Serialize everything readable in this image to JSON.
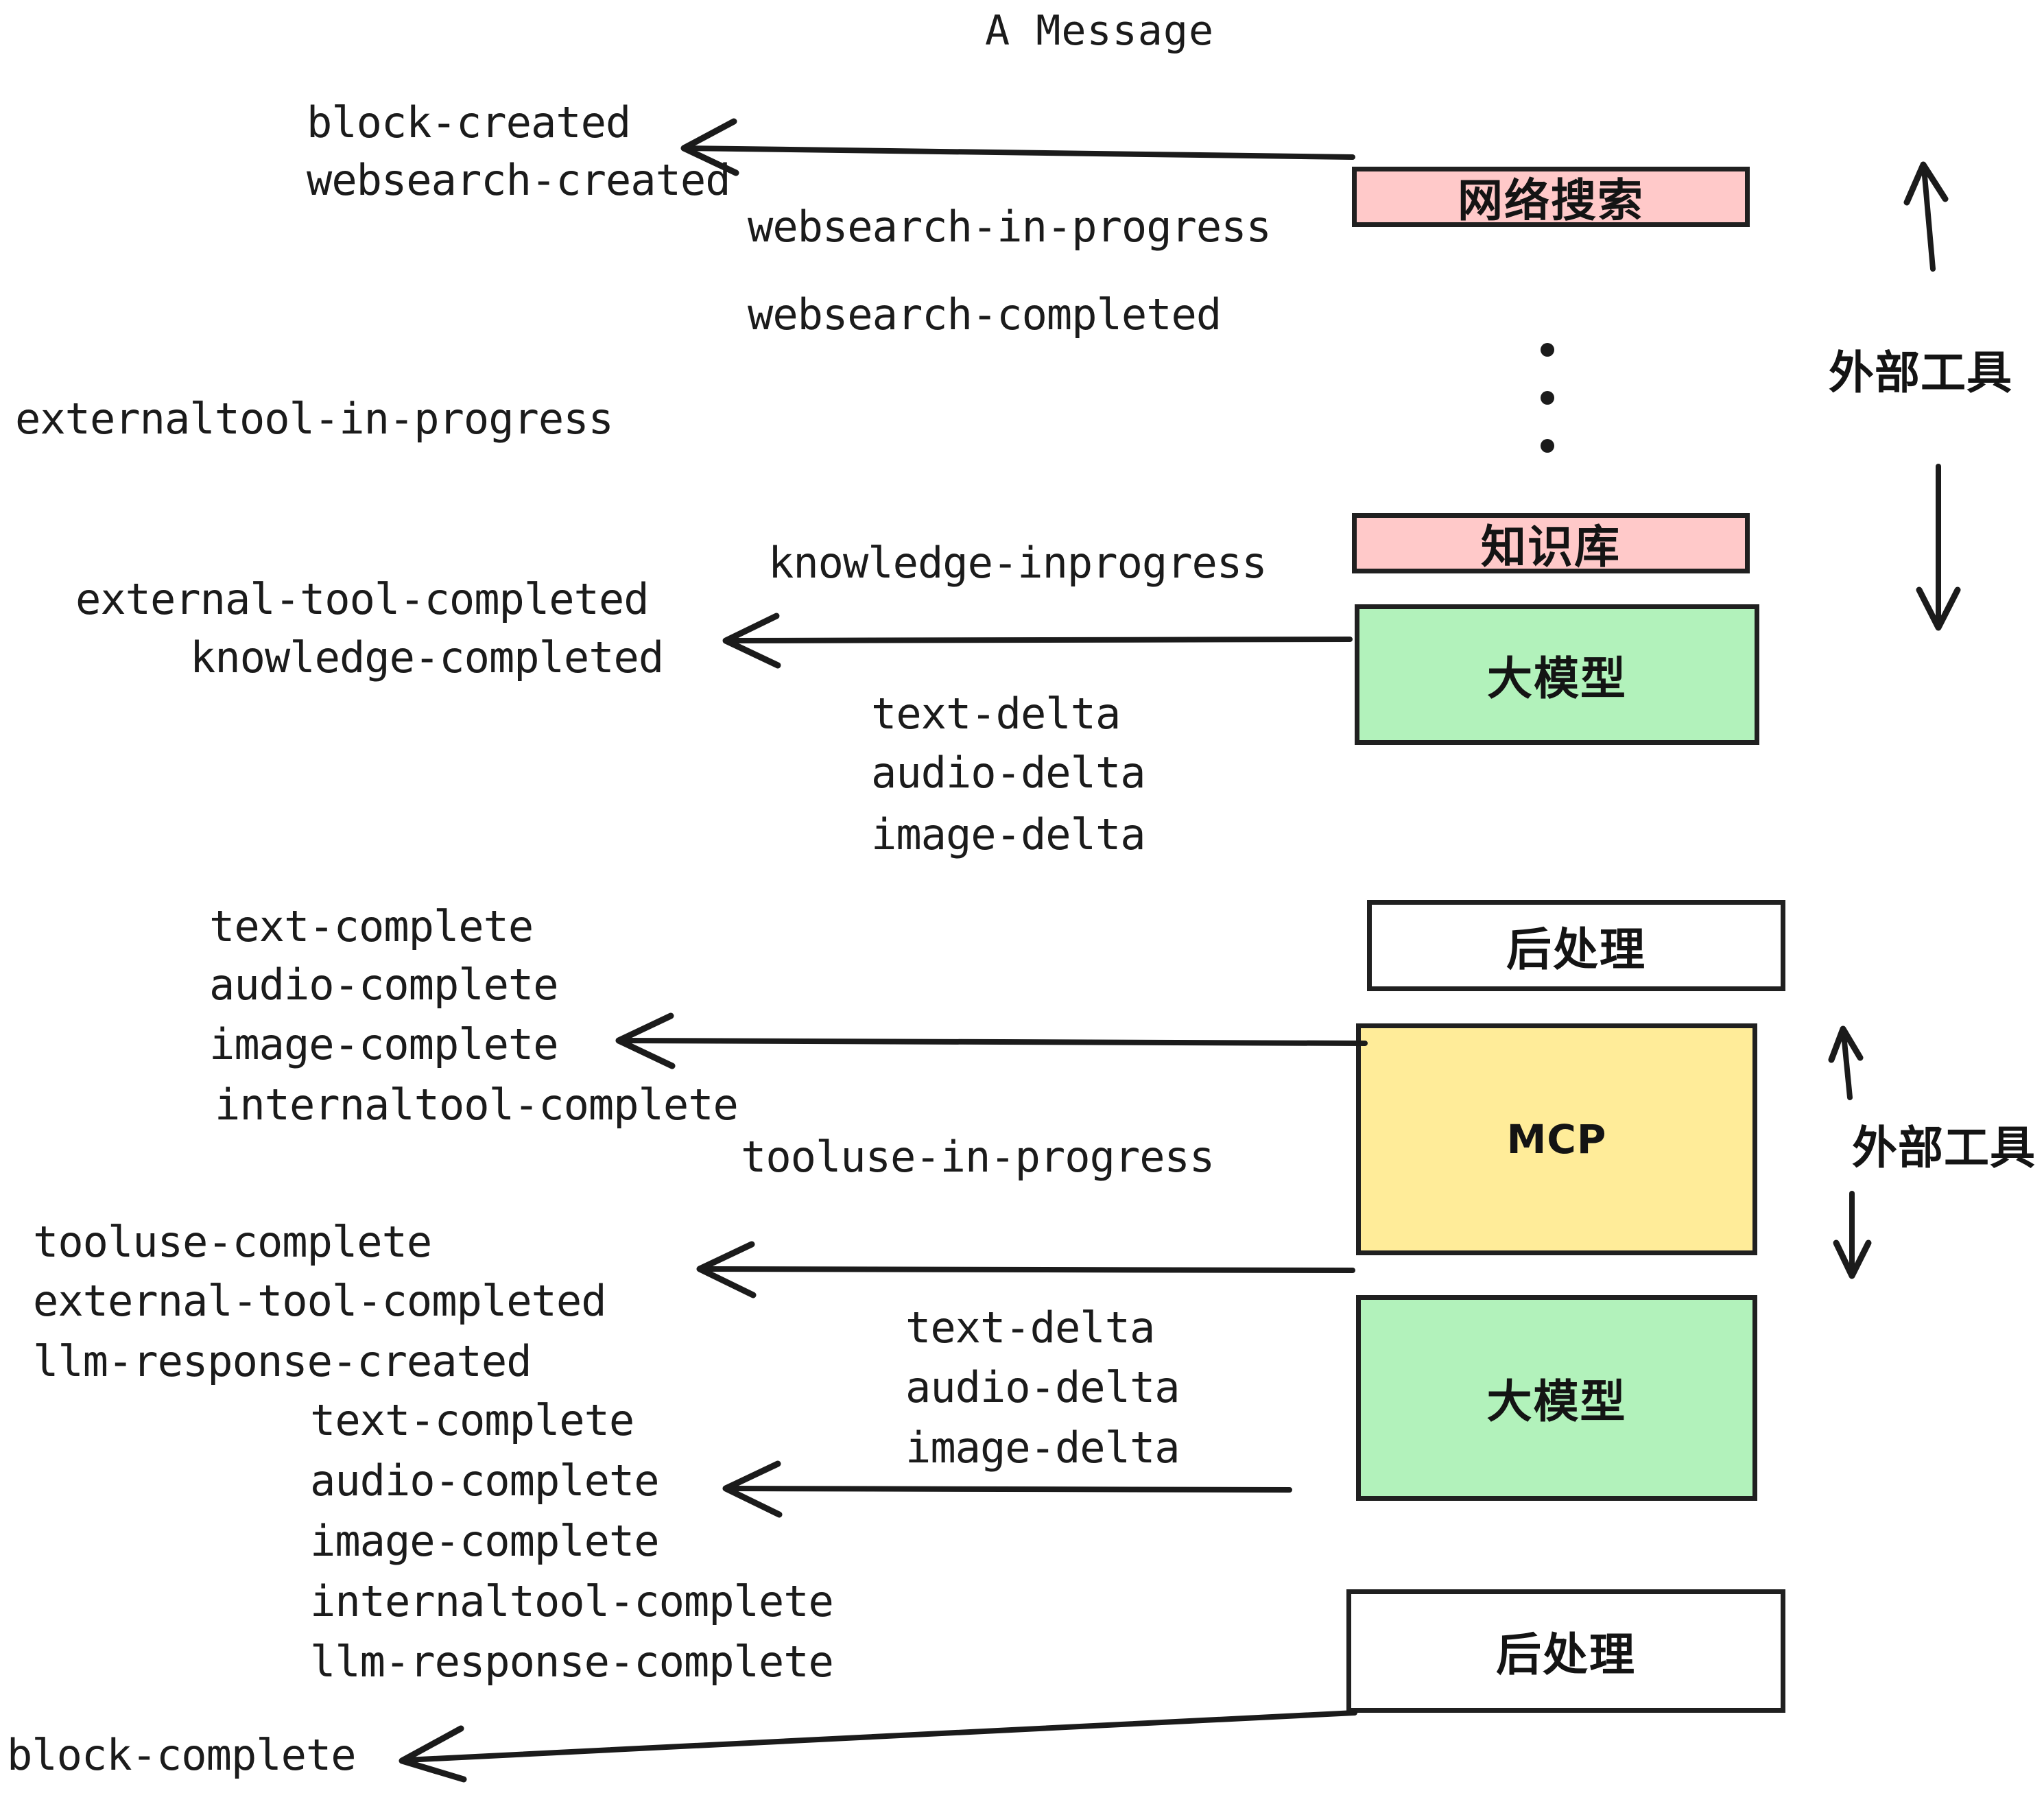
{
  "title": "A Message",
  "colors": {
    "pink": "#FFC9C9",
    "green": "#B2F2BB",
    "yellow": "#FFEC99",
    "white": "#FFFFFF",
    "stroke": "#202020",
    "text": "#1B1B1B"
  },
  "boxes": [
    {
      "label": "网络搜索",
      "fill": "#FFC9C9",
      "kind": "cn"
    },
    {
      "label": "知识库",
      "fill": "#FFC9C9",
      "kind": "cn"
    },
    {
      "label": "大模型",
      "fill": "#B2F2BB",
      "kind": "cn"
    },
    {
      "label": "后处理",
      "fill": "#FFFFFF",
      "kind": "cn"
    },
    {
      "label": "MCP",
      "fill": "#FFEC99",
      "kind": "en"
    },
    {
      "label": "大模型",
      "fill": "#B2F2BB",
      "kind": "cn"
    },
    {
      "label": "后处理",
      "fill": "#FFFFFF",
      "kind": "cn"
    }
  ],
  "side_labels": [
    {
      "text": "外部工具"
    },
    {
      "text": "外部工具"
    }
  ],
  "events": [
    {
      "text": "block-created"
    },
    {
      "text": "websearch-created"
    },
    {
      "text": "websearch-in-progress"
    },
    {
      "text": "websearch-completed"
    },
    {
      "text": "externaltool-in-progress"
    },
    {
      "text": "knowledge-inprogress"
    },
    {
      "text": "external-tool-completed"
    },
    {
      "text": "knowledge-completed"
    },
    {
      "text": "text-delta"
    },
    {
      "text": "audio-delta"
    },
    {
      "text": "image-delta"
    },
    {
      "text": "text-complete"
    },
    {
      "text": "audio-complete"
    },
    {
      "text": "image-complete"
    },
    {
      "text": "internaltool-complete"
    },
    {
      "text": "tooluse-in-progress"
    },
    {
      "text": "tooluse-complete"
    },
    {
      "text": "external-tool-completed"
    },
    {
      "text": "llm-response-created"
    },
    {
      "text": "text-delta"
    },
    {
      "text": "audio-delta"
    },
    {
      "text": "image-delta"
    },
    {
      "text": "text-complete"
    },
    {
      "text": "audio-complete"
    },
    {
      "text": "image-complete"
    },
    {
      "text": "internaltool-complete"
    },
    {
      "text": "llm-response-complete"
    },
    {
      "text": "block-complete"
    }
  ]
}
